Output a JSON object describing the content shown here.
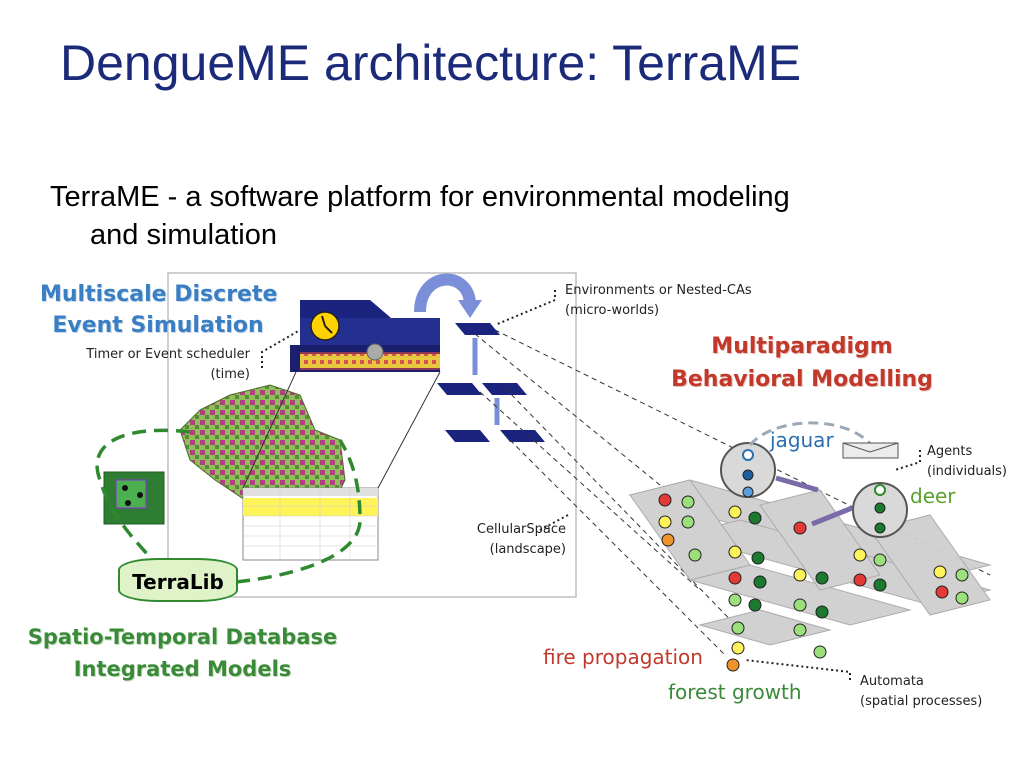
{
  "slide": {
    "title": "DengueME architecture: TerraME",
    "bullet_line1": "TerraME - a software platform for environmental modeling",
    "bullet_line2": "and simulation"
  },
  "diagram": {
    "multiscale_line1": "Multiscale Discrete",
    "multiscale_line2": "Event Simulation",
    "timer_line1": "Timer  or  Event scheduler",
    "timer_line2": "(time)",
    "environments_line1": "Environments  or  Nested-CAs",
    "environments_line2": "(micro-worlds)",
    "multiparadigm_line1": "Multiparadigm",
    "multiparadigm_line2": "Behavioral Modelling",
    "jaguar": "jaguar",
    "deer": "deer",
    "agents_line1": "Agents",
    "agents_line2": "(individuals)",
    "cellular_line1": "CellularSpace",
    "cellular_line2": "(landscape)",
    "terralib": "TerraLib",
    "spatio_line1": "Spatio-Temporal Database",
    "spatio_line2": "Integrated Models",
    "fire": "fire propagation",
    "forest": "forest growth",
    "automata_line1": "Automata",
    "automata_line2": "(spatial processes)"
  },
  "colors": {
    "title_blue": "#1c2a7a",
    "header_blue": "#3a7fc4",
    "header_red": "#c0392b",
    "jaguar_blue": "#2a6fb0",
    "deer_green": "#5aa02c",
    "fire_red": "#c0392b",
    "forest_green": "#3a8a3a",
    "dashed_green": "#2f8a2f"
  }
}
